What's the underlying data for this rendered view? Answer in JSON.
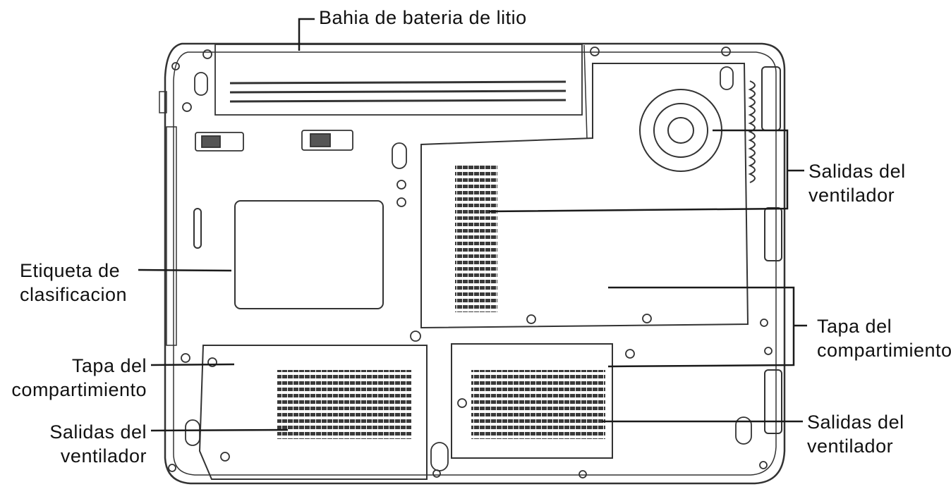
{
  "labels": {
    "battery_bay": "Bahia de bateria de litio",
    "fan_outlets_top_right": [
      "Salidas del",
      "ventilador"
    ],
    "rating_label": [
      "Etiqueta de",
      "clasificacion"
    ],
    "compartment_cover_right": [
      "Tapa del",
      "compartimiento"
    ],
    "compartment_cover_left": [
      "Tapa del",
      "compartimiento"
    ],
    "fan_outlets_bottom_left": [
      "Salidas del",
      "ventilador"
    ],
    "fan_outlets_bottom_right": [
      "Salidas del",
      "ventilador"
    ]
  },
  "colors": {
    "line": "#1a1a1a",
    "drawing": "#333333",
    "background": "#ffffff"
  }
}
